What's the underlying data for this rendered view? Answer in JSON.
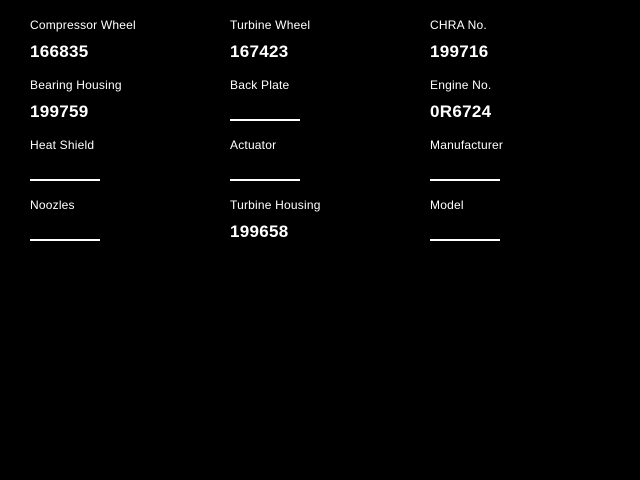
{
  "theme": {
    "background": "#000000",
    "text_color": "#ffffff"
  },
  "fields": [
    {
      "label": "Compressor Wheel",
      "value": "166835"
    },
    {
      "label": "Turbine Wheel",
      "value": "167423"
    },
    {
      "label": "CHRA No.",
      "value": "199716"
    },
    {
      "label": "Bearing Housing",
      "value": "199759"
    },
    {
      "label": "Back Plate",
      "value": ""
    },
    {
      "label": "Engine No.",
      "value": "0R6724"
    },
    {
      "label": "Heat Shield",
      "value": ""
    },
    {
      "label": "Actuator",
      "value": ""
    },
    {
      "label": "Manufacturer",
      "value": ""
    },
    {
      "label": "Noozles",
      "value": ""
    },
    {
      "label": "Turbine Housing",
      "value": "199658"
    },
    {
      "label": "Model",
      "value": ""
    }
  ]
}
